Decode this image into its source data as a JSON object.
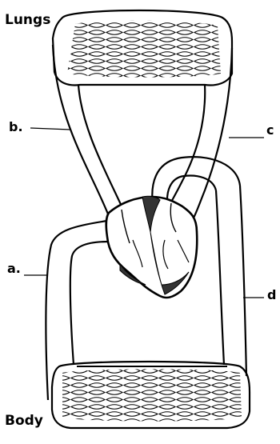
{
  "labels": {
    "lungs": "Lungs",
    "body": "Body",
    "b": "b.",
    "c": "c",
    "a": "a.",
    "d": "d"
  },
  "colors": {
    "ink": "#000000",
    "background": "#ffffff",
    "heart_shading": "#333333"
  }
}
